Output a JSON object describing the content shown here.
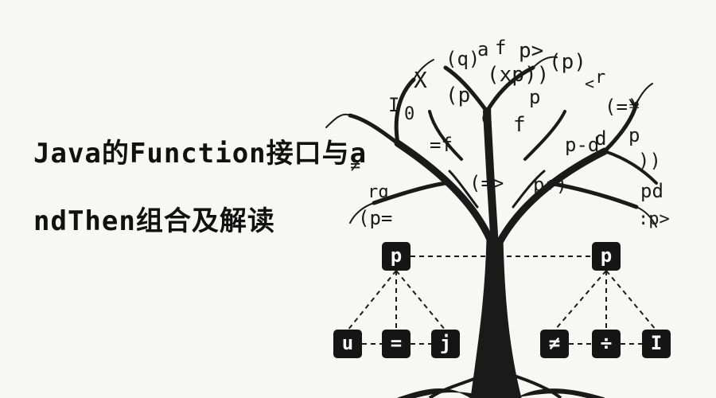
{
  "title": {
    "line1": "Java的Function接口与a",
    "line2": "ndThen组合及解读"
  },
  "tree": {
    "canopy_symbols": [
      "(q)",
      "a",
      "f",
      "p>",
      "X",
      "(xp))",
      "(p)",
      "(p",
      "p",
      "d",
      "<",
      "r",
      "I",
      "0",
      "(=)",
      "¥",
      "f",
      "p",
      "p-d",
      "d",
      "=f",
      "≠",
      "(=>",
      "p+)",
      "))",
      "rq",
      "(p=",
      "pd",
      ":p>"
    ],
    "left_root": "p",
    "right_root": "p",
    "left_leaves": [
      "u",
      "=",
      "j"
    ],
    "right_leaves": [
      "≠",
      "÷",
      "I"
    ]
  },
  "colors": {
    "ink": "#151515",
    "background": "#f7f7f5"
  }
}
